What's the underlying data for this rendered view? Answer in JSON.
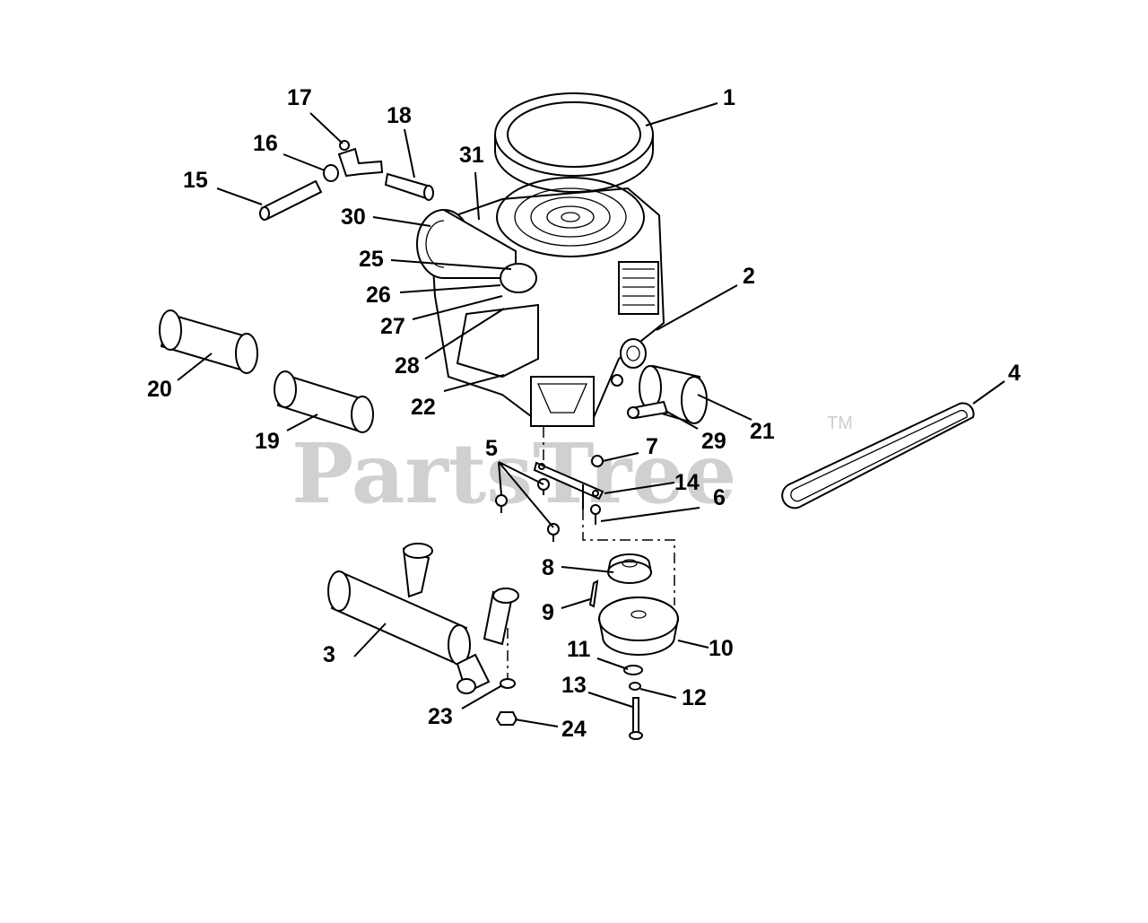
{
  "watermark": {
    "brand": "PartsTree",
    "trademark": "TM"
  },
  "callouts": {
    "c1": "1",
    "c2": "2",
    "c3": "3",
    "c4": "4",
    "c5": "5",
    "c6": "6",
    "c7": "7",
    "c8": "8",
    "c9": "9",
    "c10": "10",
    "c11": "11",
    "c12": "12",
    "c13": "13",
    "c14": "14",
    "c15": "15",
    "c16": "16",
    "c17": "17",
    "c18": "18",
    "c19": "19",
    "c20": "20",
    "c21": "21",
    "c22": "22",
    "c23": "23",
    "c24": "24",
    "c25": "25",
    "c26": "26",
    "c27": "27",
    "c28": "28",
    "c29": "29",
    "c30": "30",
    "c31": "31"
  }
}
